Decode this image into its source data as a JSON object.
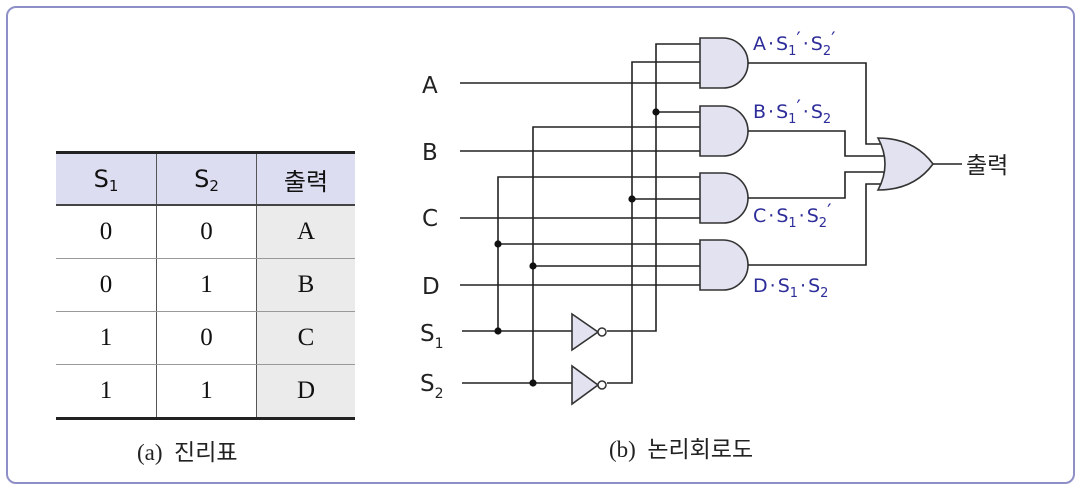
{
  "truth_table": {
    "headers": {
      "s1_base": "S",
      "s1_sub": "1",
      "s2_base": "S",
      "s2_sub": "2",
      "output": "출력"
    },
    "rows": [
      {
        "s1": "0",
        "s2": "0",
        "out": "A"
      },
      {
        "s1": "0",
        "s2": "1",
        "out": "B"
      },
      {
        "s1": "1",
        "s2": "0",
        "out": "C"
      },
      {
        "s1": "1",
        "s2": "1",
        "out": "D"
      }
    ]
  },
  "captions": {
    "a_prefix": "(a)",
    "a_text": "진리표",
    "b_prefix": "(b)",
    "b_text": "논리회로도"
  },
  "circuit": {
    "inputs": {
      "a": "A",
      "b": "B",
      "c": "C",
      "d": "D",
      "s1_base": "S",
      "s1_sub": "1",
      "s2_base": "S",
      "s2_sub": "2"
    },
    "terms": {
      "and1": [
        "A",
        "·",
        "S",
        "1",
        "′",
        "·",
        "S",
        "2",
        "′"
      ],
      "and2": [
        "B",
        "·",
        "S",
        "1",
        "′",
        "·",
        "S",
        "2",
        ""
      ],
      "and3": [
        "C",
        "·",
        "S",
        "1",
        "",
        "·",
        "S",
        "2",
        "′"
      ],
      "and4": [
        "D",
        "·",
        "S",
        "1",
        "",
        "·",
        "S",
        "2",
        ""
      ]
    },
    "output_label": "출력",
    "colors": {
      "term_text": "#2d2d9a",
      "gate_fill": "#e2e2f0",
      "frame": "#8f8fc7",
      "header_fill": "#ddddf2"
    }
  }
}
